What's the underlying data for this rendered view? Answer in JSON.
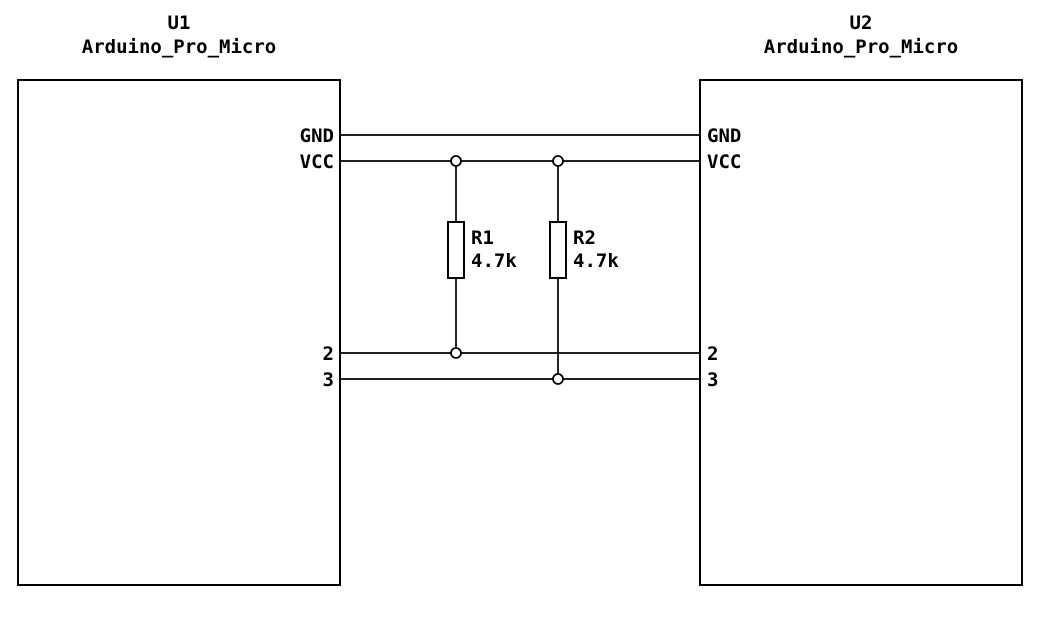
{
  "schematic": {
    "colors": {
      "background": "#ffffff",
      "line": "#000000",
      "text": "#000000"
    },
    "components": {
      "u1": {
        "ref": "U1",
        "value": "Arduino_Pro_Micro",
        "pins": [
          "GND",
          "VCC",
          "2",
          "3"
        ]
      },
      "u2": {
        "ref": "U2",
        "value": "Arduino_Pro_Micro",
        "pins": [
          "GND",
          "VCC",
          "2",
          "3"
        ]
      },
      "r1": {
        "ref": "R1",
        "value": "4.7k"
      },
      "r2": {
        "ref": "R2",
        "value": "4.7k"
      }
    }
  }
}
